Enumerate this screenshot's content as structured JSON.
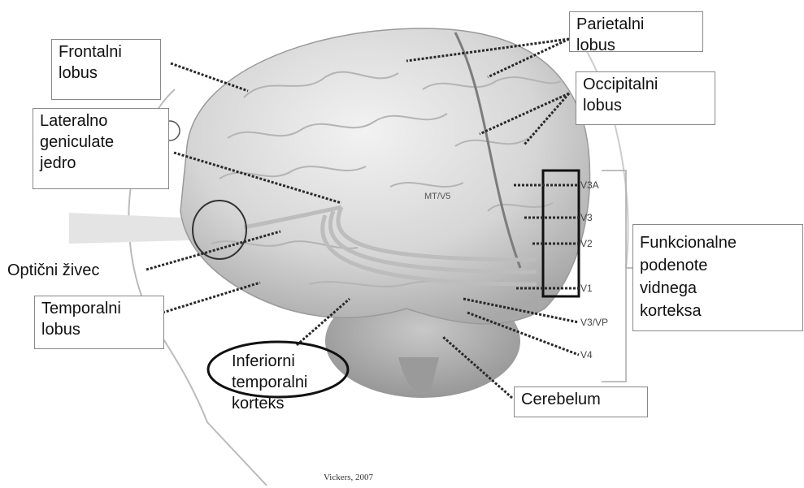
{
  "labels": {
    "frontal": "Frontalni\nlobus",
    "lgn": "Lateralno\ngeniculate\njedro",
    "optic": "Optični živec",
    "temporal": "Temporalni\nlobus",
    "inferior": "Inferiorni\ntemporalni\nkorteks",
    "cerebellum": "Cerebelum",
    "parietal": "Parietalni\nlobus",
    "occipital": "Occipitalni\nlobus",
    "functional": "Funkcionalne\npodenote\nvidnega\nkorteksa"
  },
  "areas": {
    "mt": "MT/V5",
    "v3a": "V3A",
    "v3": "V3",
    "v2": "V2",
    "v1": "V1",
    "v3vp": "V3/VP",
    "v4": "V4"
  },
  "credit": "Vickers, 2007",
  "colors": {
    "line": "#2a2a2a",
    "brain": "#cfcfcf",
    "brain_dark": "#a9a9a9",
    "box_border": "#888888"
  }
}
